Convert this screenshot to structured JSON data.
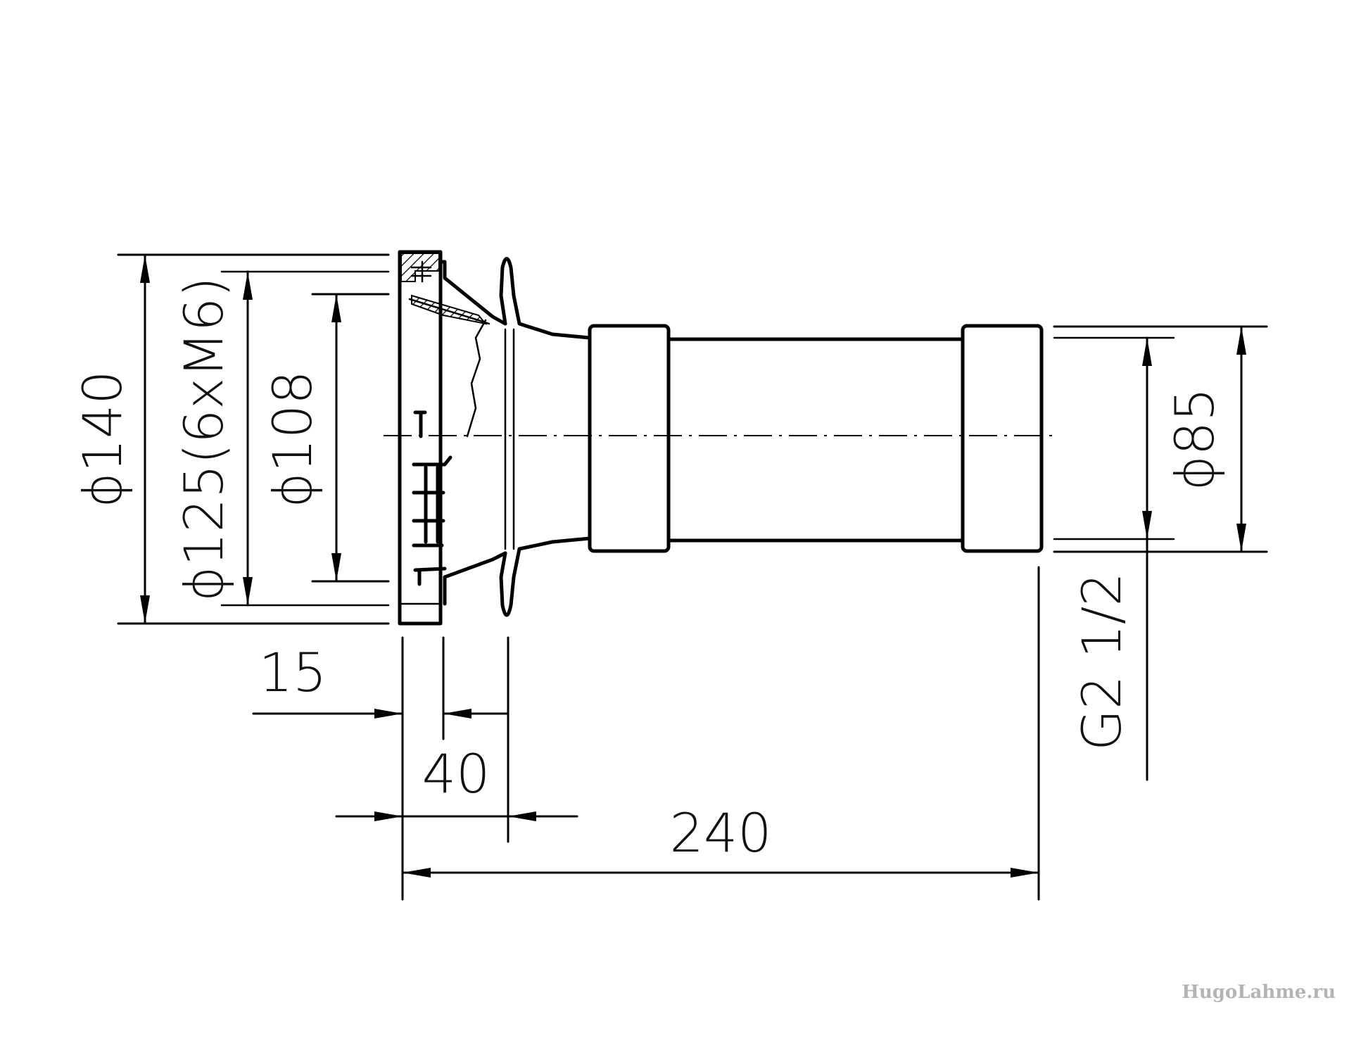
{
  "dimensions": {
    "d140": "ϕ140",
    "d125": "ϕ125(6xM6)",
    "d108": "ϕ108",
    "d85": "ϕ85",
    "thread": "G2 1/2",
    "w15": "15",
    "w40": "40",
    "w240": "240"
  },
  "watermark": "HugoLahme.ru"
}
